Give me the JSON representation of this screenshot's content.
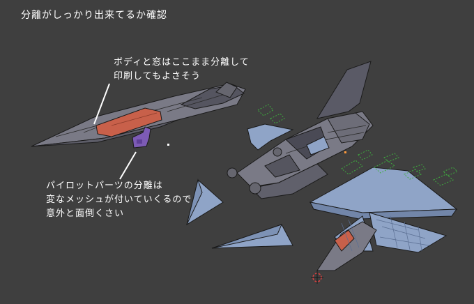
{
  "title": "分離がしっかり出来てるか確認",
  "annotations": {
    "body_window": {
      "line1": "ボディと窓はここまま分離して",
      "line2": "印刷してもよさそう"
    },
    "pilot": {
      "line1": "パイロットパーツの分離は",
      "line2": "変なメッシュが付いていくるので",
      "line3": "意外と面倒くさい"
    }
  },
  "colors": {
    "background": "#3f3f3f",
    "mesh_gray": "#7a7a86",
    "mesh_dark": "#4a4a55",
    "wing_blue": "#8fa4c7",
    "canopy_orange": "#c8604a",
    "pilot_purple": "#7d5bb5",
    "empty_green": "#3fae3f"
  }
}
